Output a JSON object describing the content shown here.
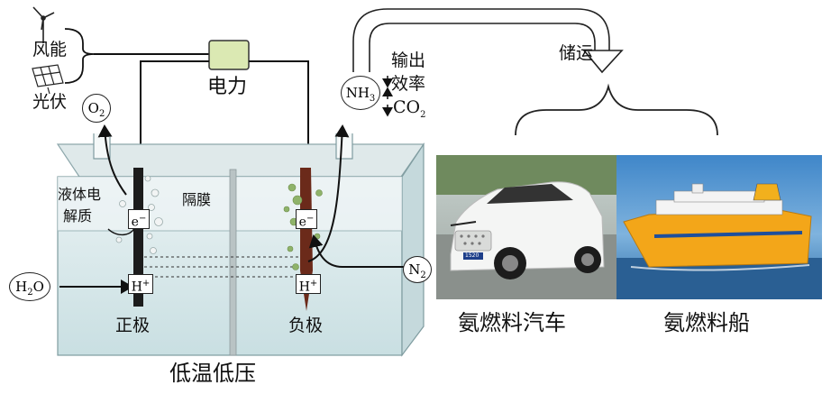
{
  "sources": {
    "wind": "风能",
    "solar": "光伏"
  },
  "power": "电力",
  "o2": {
    "base": "O",
    "sub": "2"
  },
  "nh3": {
    "base": "NH",
    "sub": "3"
  },
  "indicators": {
    "output": "输出",
    "efficiency": "效率",
    "co2_base": "CO",
    "co2_sub": "2"
  },
  "transport": "储运",
  "electrolyte": {
    "line1": "液体电",
    "line2": "解质"
  },
  "membrane": "隔膜",
  "electron": {
    "base": "e",
    "sup": "−"
  },
  "proton": {
    "base": "H",
    "sup": "+"
  },
  "h2o": {
    "base": "H",
    "sub": "2",
    "tail": "O"
  },
  "n2": {
    "base": "N",
    "sub": "2"
  },
  "electrodes": {
    "positive": "正极",
    "negative": "负极"
  },
  "condition": "低温低压",
  "applications": {
    "car": "氨燃料汽车",
    "ship": "氨燃料船"
  },
  "car_plate": "1520"
}
